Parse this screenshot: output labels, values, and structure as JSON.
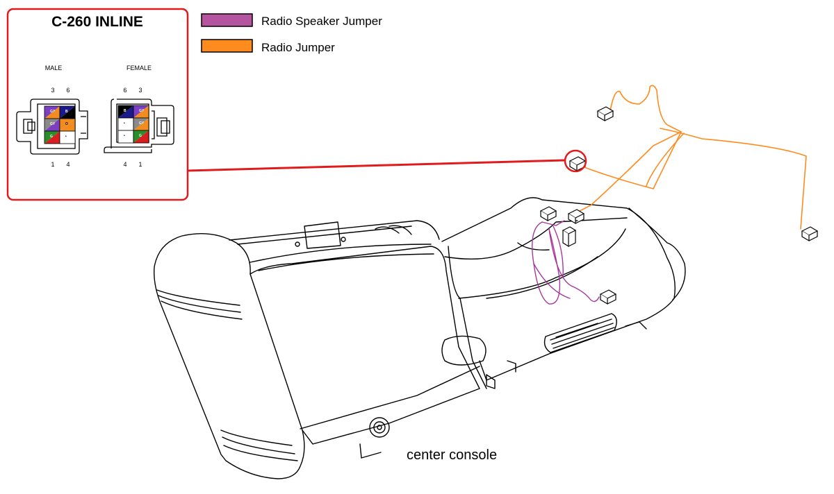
{
  "inset": {
    "title": "C-260 INLINE",
    "male": {
      "label": "MALE",
      "pins_top": [
        "3",
        "6"
      ],
      "pins_bottom": [
        "1",
        "4"
      ],
      "cells": [
        {
          "text": "GY",
          "colors": [
            "#7b3fbf",
            "#f28c1e"
          ]
        },
        {
          "text": "B",
          "colors": [
            "#1a1a8c",
            "#000000"
          ]
        },
        {
          "text": "GY",
          "colors": [
            "#8a8a8a",
            "#7b3fbf"
          ]
        },
        {
          "text": "O",
          "colors": [
            "#f28c1e",
            "#f28c1e"
          ]
        },
        {
          "text": "G",
          "colors": [
            "#2a8f2a",
            "#d81e1e"
          ]
        },
        {
          "text": "•",
          "colors": [
            "#ffffff",
            "#ffffff"
          ]
        }
      ]
    },
    "female": {
      "label": "FEMALE",
      "pins_top": [
        "6",
        "3"
      ],
      "pins_bottom": [
        "4",
        "1"
      ],
      "cells": [
        {
          "text": "B",
          "colors": [
            "#000000",
            "#1a1a8c"
          ]
        },
        {
          "text": "GY",
          "colors": [
            "#7b3fbf",
            "#f28c1e"
          ]
        },
        {
          "text": "•",
          "colors": [
            "#ffffff",
            "#ffffff"
          ]
        },
        {
          "text": "GY",
          "colors": [
            "#8a8a8a",
            "#f28c1e"
          ]
        },
        {
          "text": "•",
          "colors": [
            "#ffffff",
            "#ffffff"
          ]
        },
        {
          "text": "G",
          "colors": [
            "#2a8f2a",
            "#d81e1e"
          ]
        }
      ]
    }
  },
  "legend": [
    {
      "label": "Radio Speaker Jumper",
      "color": "#b5559f"
    },
    {
      "label": "Radio Jumper",
      "color": "#ff8a1e"
    }
  ],
  "caption": "center console",
  "colors": {
    "highlight": "#e11b1b",
    "radio_jumper": "#ff8a1e",
    "speaker_jumper": "#a8359c",
    "outline": "#000000"
  }
}
